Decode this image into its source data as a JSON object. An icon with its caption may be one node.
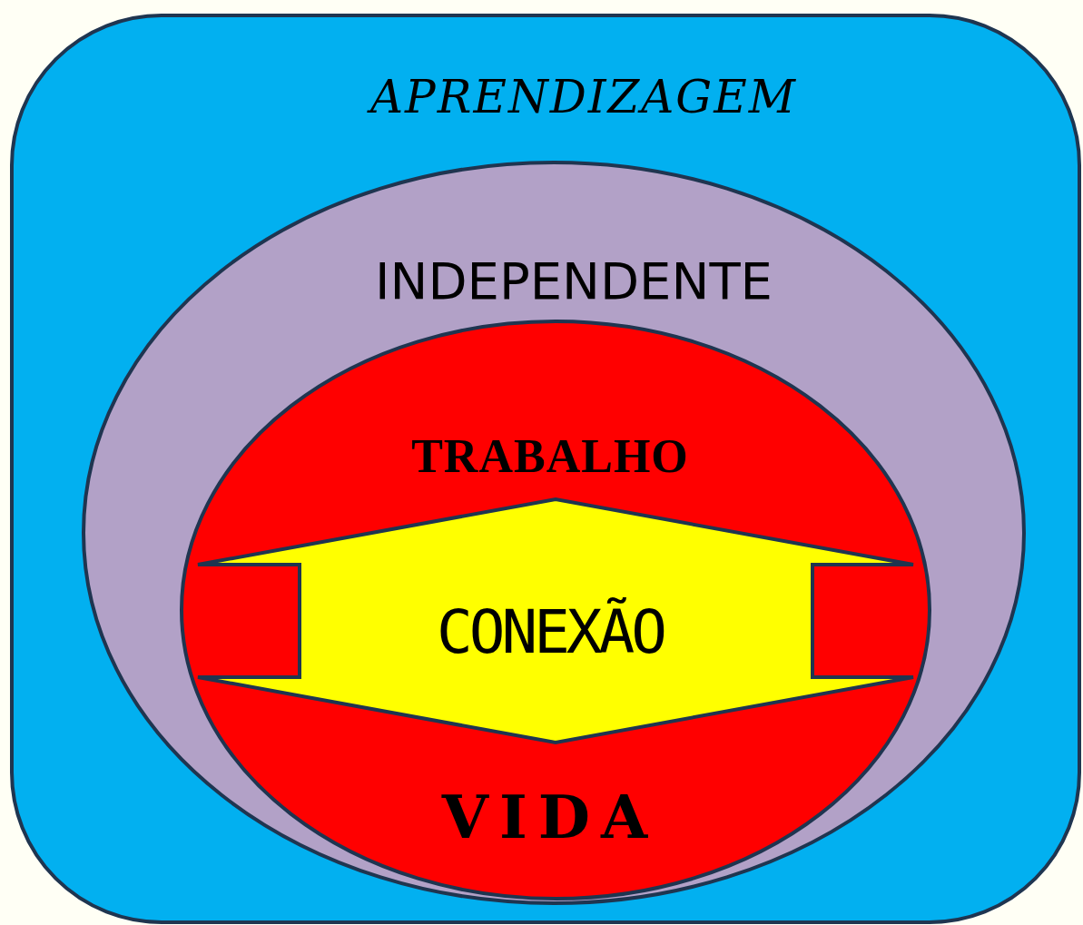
{
  "diagram": {
    "nodes": [
      {
        "text": [
          "APRENDIZAGEM"
        ]
      },
      {
        "text": [
          "INDEPENDENTE"
        ],
        "in": 0
      },
      {
        "text": [
          "TRABALHO",
          "VIDA"
        ],
        "in": 1
      },
      {
        "text": [
          "CONEXÃO"
        ],
        "in": 2
      }
    ]
  }
}
